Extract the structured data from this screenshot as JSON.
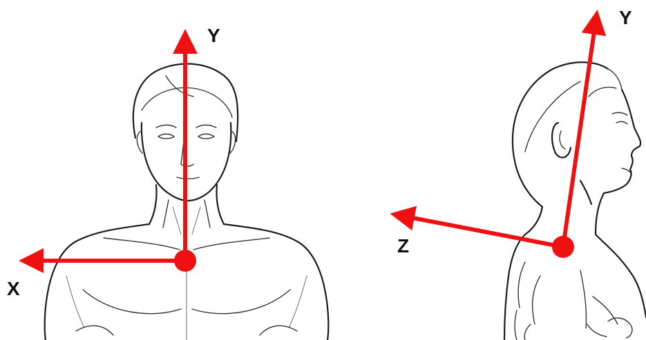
{
  "figures": [
    {
      "id": "front-view",
      "view": "front",
      "origin_marker": "shoulder-joint",
      "axes": [
        {
          "label": "Y",
          "direction": "up"
        },
        {
          "label": "X",
          "direction": "left"
        }
      ]
    },
    {
      "id": "side-view",
      "view": "profile",
      "origin_marker": "shoulder-joint",
      "axes": [
        {
          "label": "Y",
          "direction": "up"
        },
        {
          "label": "Z",
          "direction": "left"
        }
      ]
    }
  ],
  "colors": {
    "axis": "#ee1111",
    "sketch": "#1a1a1a",
    "label": "#111111",
    "background": "#ffffff"
  }
}
